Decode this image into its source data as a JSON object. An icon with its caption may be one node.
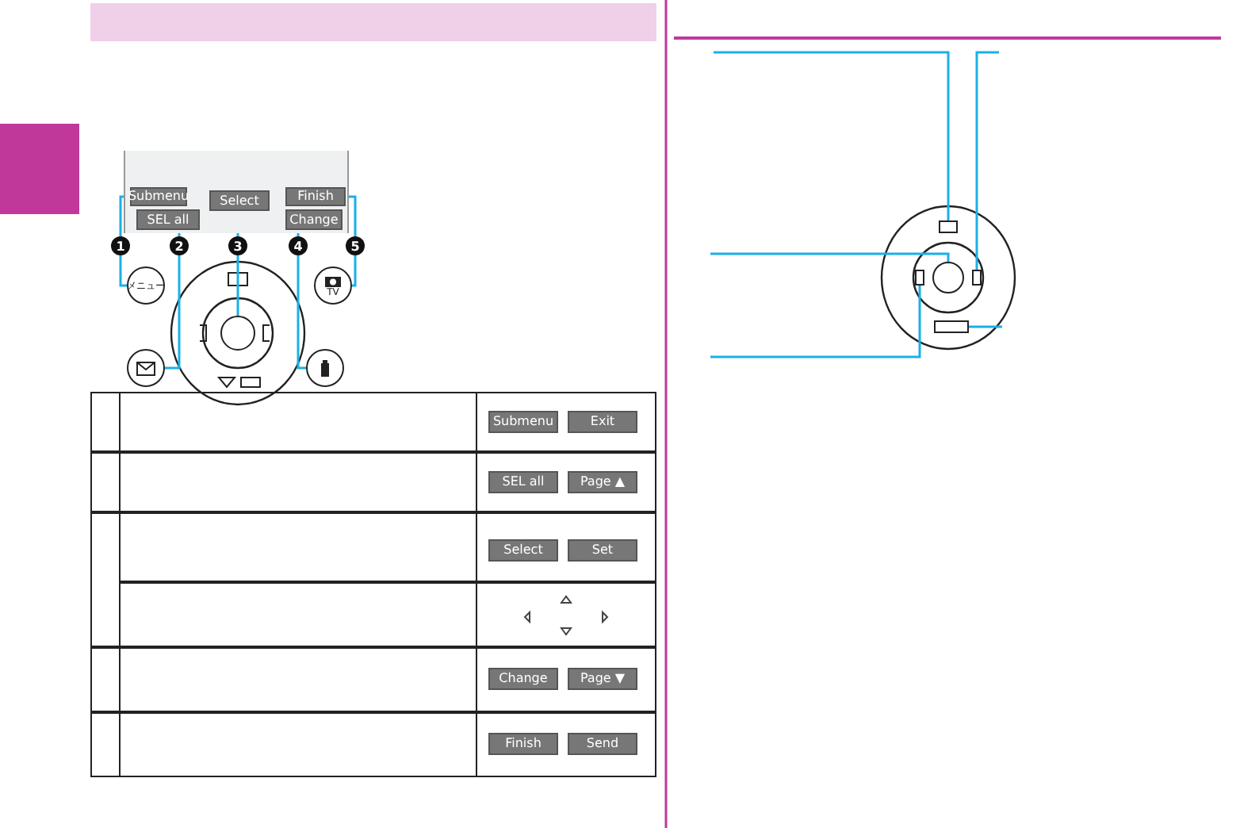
{
  "diagram": {
    "nodes": [
      {
        "text": [
          "Submenu"
        ]
      },
      {
        "text": [
          "SEL all"
        ]
      },
      {
        "text": [
          "Select"
        ]
      },
      {
        "text": [
          "Finish"
        ]
      },
      {
        "text": [
          "Change"
        ]
      },
      {
        "text": [
          "メニュー"
        ]
      },
      {
        "text": [],
        "shape": "circle"
      },
      {
        "text": [],
        "shape": "circle"
      },
      {
        "text": [],
        "shape": "circle"
      },
      {
        "text": [
          "TV"
        ]
      },
      {
        "text": [],
        "shape": "box"
      },
      {
        "text": [],
        "shape": "box"
      },
      {
        "text": [],
        "shape": "circle"
      },
      {
        "text": [],
        "shape": "box"
      },
      {
        "text": [],
        "shape": "box"
      }
    ],
    "edges": [
      {
        "from": 0,
        "to": 5,
        "arrow": "none"
      },
      {
        "from": 1,
        "to": 6,
        "arrow": "none"
      },
      {
        "from": 2,
        "to": 7,
        "arrow": "none"
      },
      {
        "from": 4,
        "to": 8,
        "arrow": "none"
      },
      {
        "from": 3,
        "to": 9,
        "arrow": "none"
      },
      {
        "from": null,
        "to": 10,
        "arrow": "none"
      },
      {
        "from": null,
        "to": 11,
        "arrow": "none"
      },
      {
        "from": null,
        "to": 12,
        "arrow": "none"
      },
      {
        "from": null,
        "to": 13,
        "arrow": "none"
      },
      {
        "from": null,
        "to": 14,
        "arrow": "none"
      }
    ],
    "labels": [
      "1",
      "2",
      "3",
      "4",
      "5",
      "Submenu",
      "Exit",
      "SEL all",
      "Page ▲",
      "Select",
      "Set",
      "Change",
      "Page ▼",
      "Finish",
      "Send"
    ]
  }
}
